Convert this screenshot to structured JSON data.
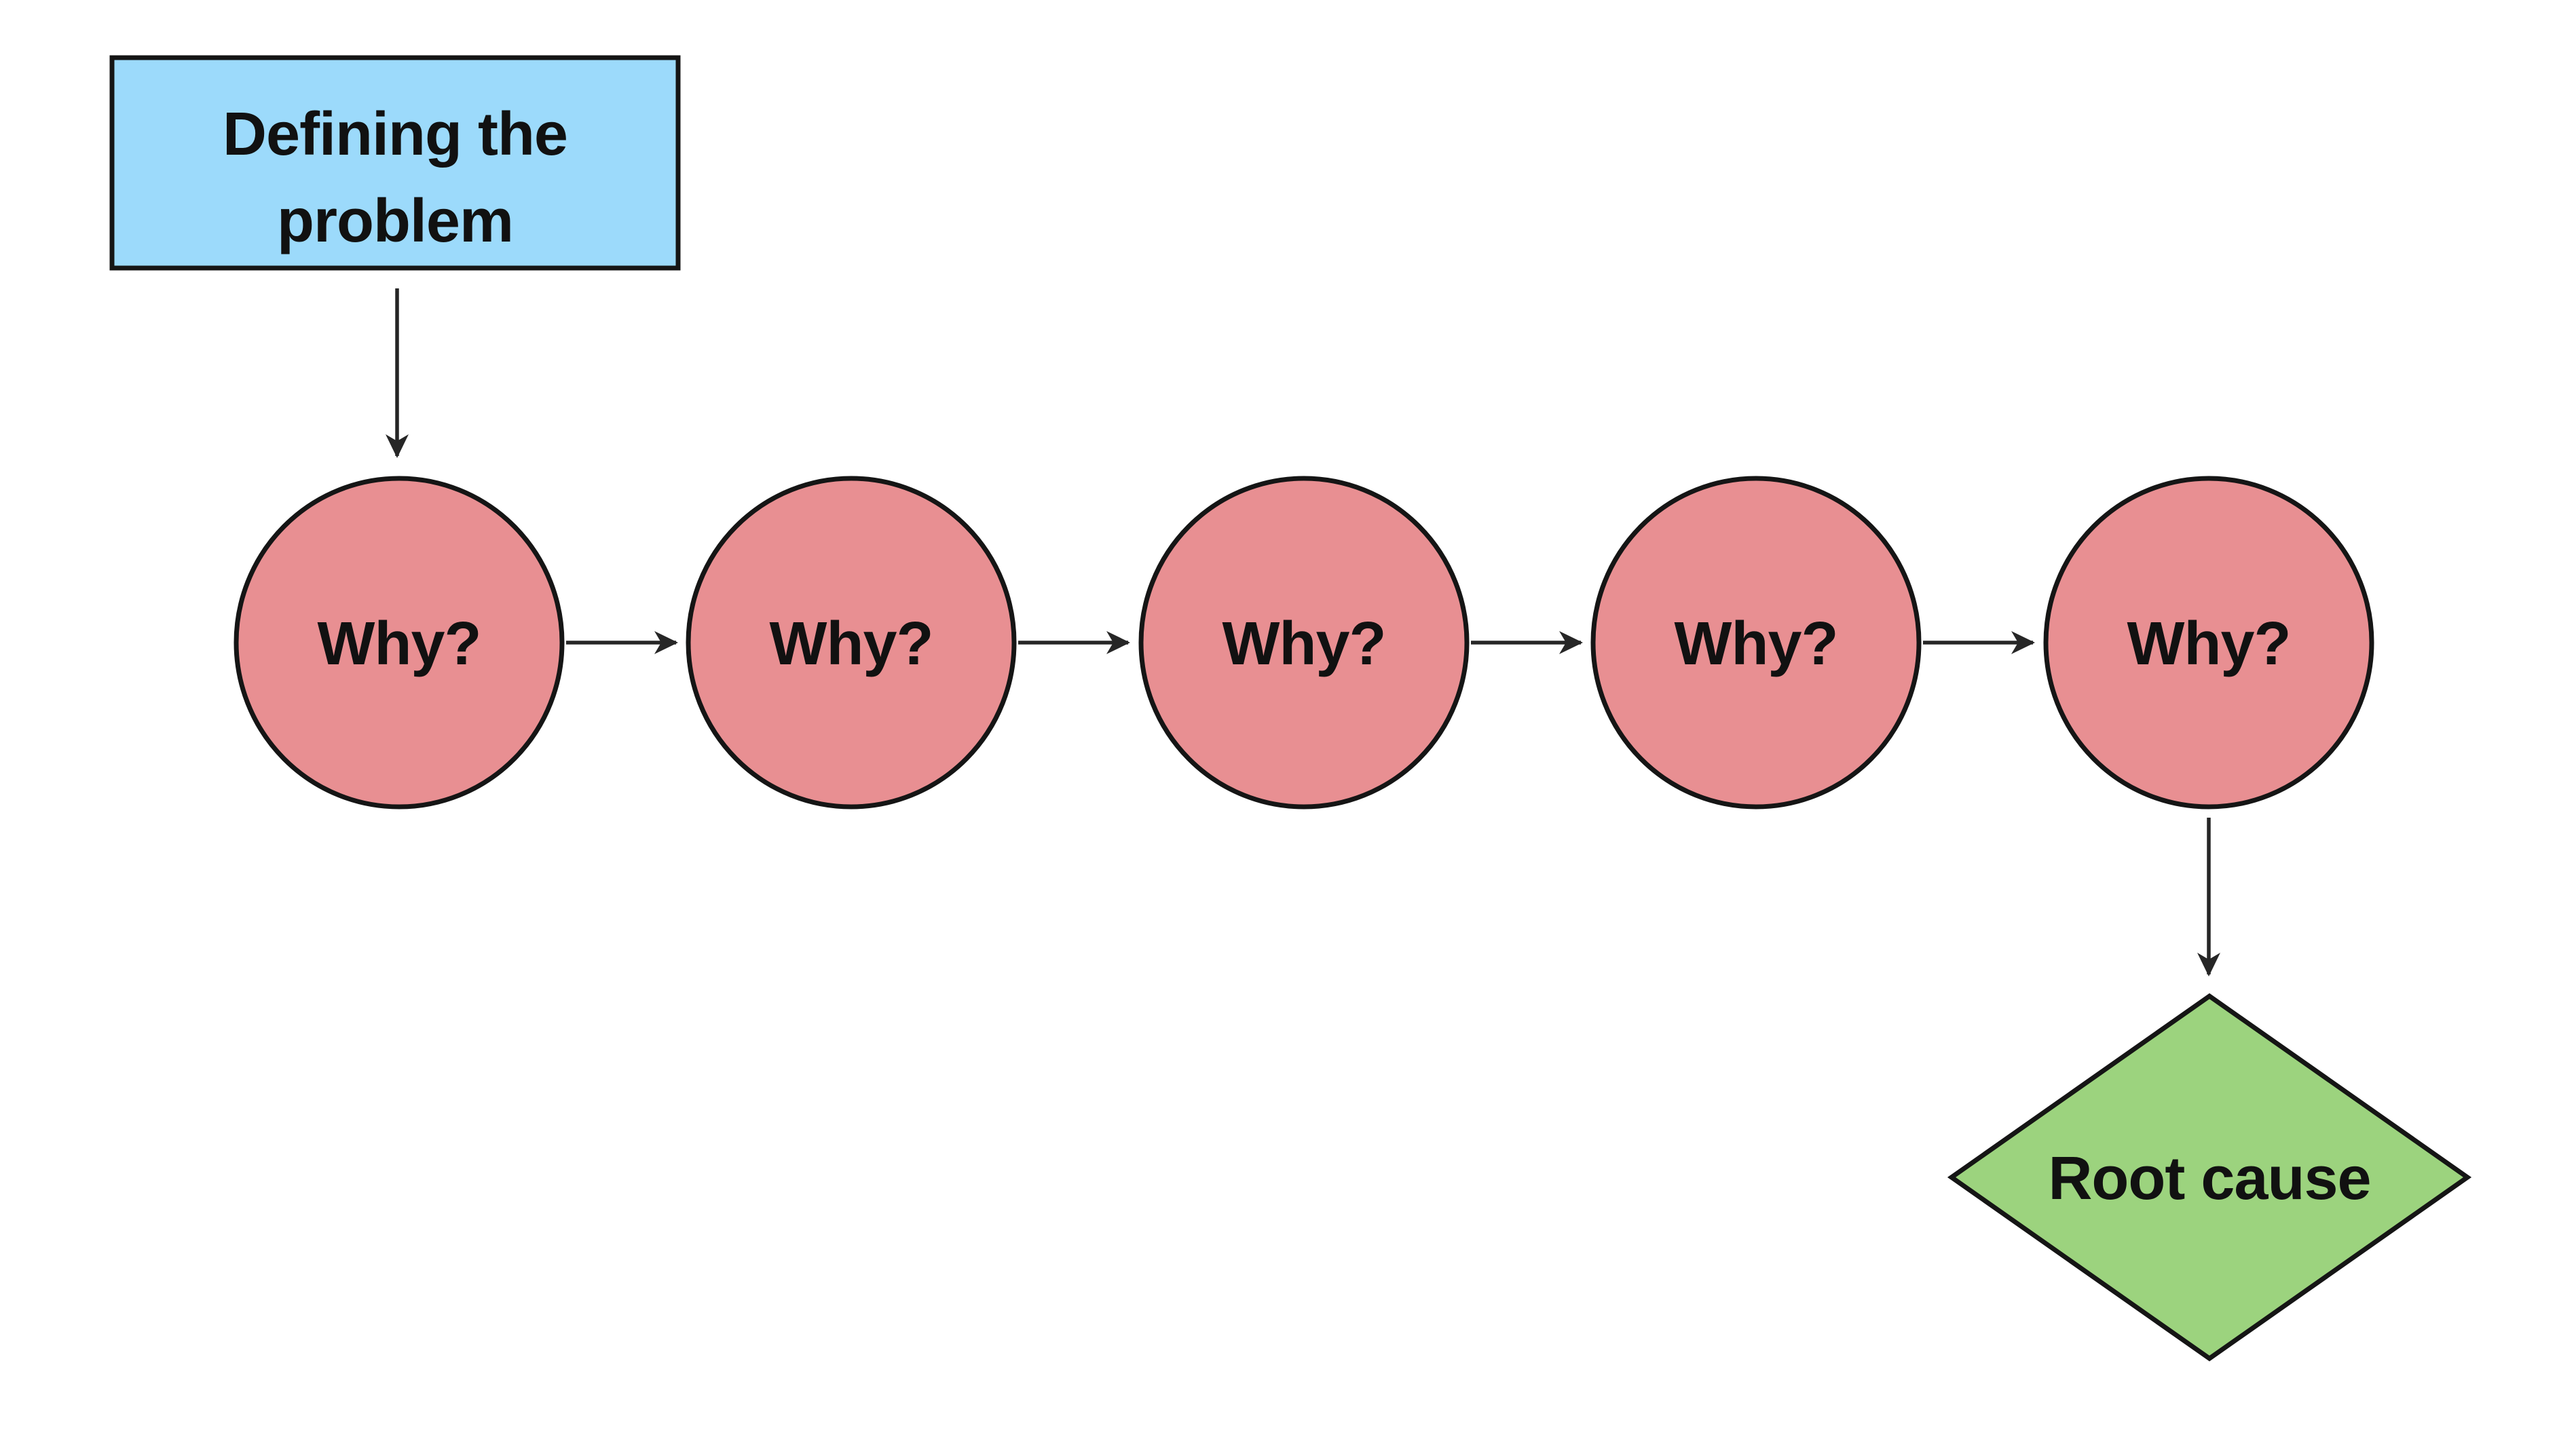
{
  "canvas": {
    "background": "#ffffff"
  },
  "diagram": {
    "stroke_color": "#151515",
    "connector_color": "#262626",
    "text_color": "#111111",
    "problem_node": {
      "label": "Defining the problem",
      "lines": [
        "Defining the",
        "problem"
      ],
      "shape": "rectangle",
      "fill": "#9cdafb"
    },
    "why_node_style": {
      "shape": "circle",
      "fill": "#e88f92"
    },
    "why_nodes": [
      {
        "label": "Why?"
      },
      {
        "label": "Why?"
      },
      {
        "label": "Why?"
      },
      {
        "label": "Why?"
      },
      {
        "label": "Why?"
      }
    ],
    "root_node": {
      "label": "Root cause",
      "shape": "diamond",
      "fill": "#9cd37e"
    }
  }
}
